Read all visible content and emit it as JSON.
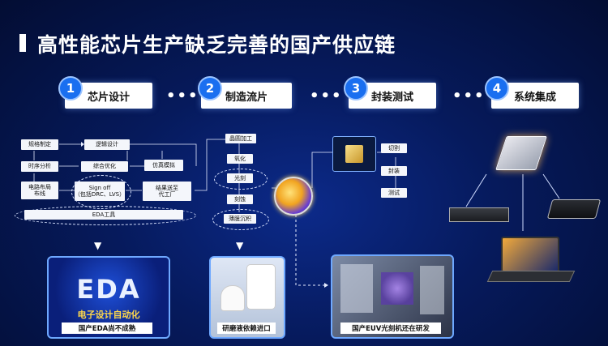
{
  "title": "高性能芯片生产缺乏完善的国产供应链",
  "steps": [
    {
      "num": "1",
      "label": "芯片设计"
    },
    {
      "num": "2",
      "label": "制造流片"
    },
    {
      "num": "3",
      "label": "封装测试"
    },
    {
      "num": "4",
      "label": "系统集成"
    }
  ],
  "dots": "•••",
  "design_flow": {
    "spec": "规格制定",
    "logic": "逻辑设计",
    "timing": "时序分析",
    "synth": "综合优化",
    "sim": "仿真模拟",
    "pnr": "电路布局\n布线",
    "signoff": "Sign off\n（包括DRC、LVS）",
    "tapeout": "结果送至\n代工厂",
    "eda_bar": "EDA工具"
  },
  "fab_flow": {
    "wafer": "晶圆加工",
    "oxidation": "氧化",
    "litho": "光刻",
    "etch": "刻蚀",
    "deposit": "薄膜沉积"
  },
  "pkg_flow": {
    "cut": "切割",
    "pack": "封装",
    "test": "测试"
  },
  "bottom": {
    "eda_big": "EDA",
    "eda_sub": "电子设计自动化",
    "eda_caption": "国产EDA尚不成熟",
    "chem_caption": "研磨液依赖进口",
    "euv_caption": "国产EUV光刻机还在研发"
  }
}
